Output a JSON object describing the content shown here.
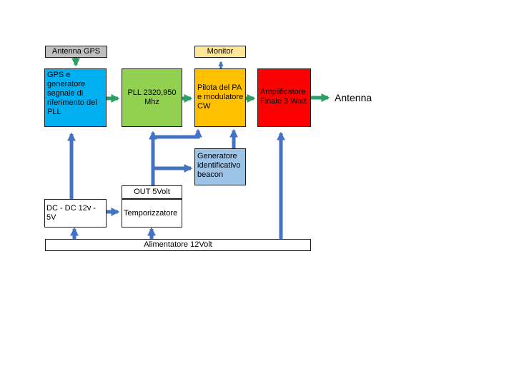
{
  "colors": {
    "gps_box": "#00B0F0",
    "pll_box": "#92D050",
    "driver_box": "#FFC000",
    "amp_box": "#FF0000",
    "beacon_box": "#9DC3E6",
    "antenna_gps_box": "#BFBFBF",
    "monitor_box": "#FFE699",
    "power_arrow": "#4472C4",
    "rf_arrow": "#2E9E62"
  },
  "blocks": {
    "antenna_gps": "Antenna GPS",
    "monitor": "Monitor",
    "gps": "GPS e generatore segnale di riferimento del PLL",
    "pll": "PLL 2320,950 Mhz",
    "driver": "Pilota del PA e modulatore CW",
    "amplifier": "Amplificatore Finale 3 Watt",
    "beacon_id": "Generatore identificativo beacon",
    "out_5v": "OUT 5Volt",
    "timer": "Temporizzatore",
    "dcdc": "DC - DC 12v - 5V",
    "power_supply": "Alimentatore 12Volt",
    "antenna": "Antenna"
  }
}
